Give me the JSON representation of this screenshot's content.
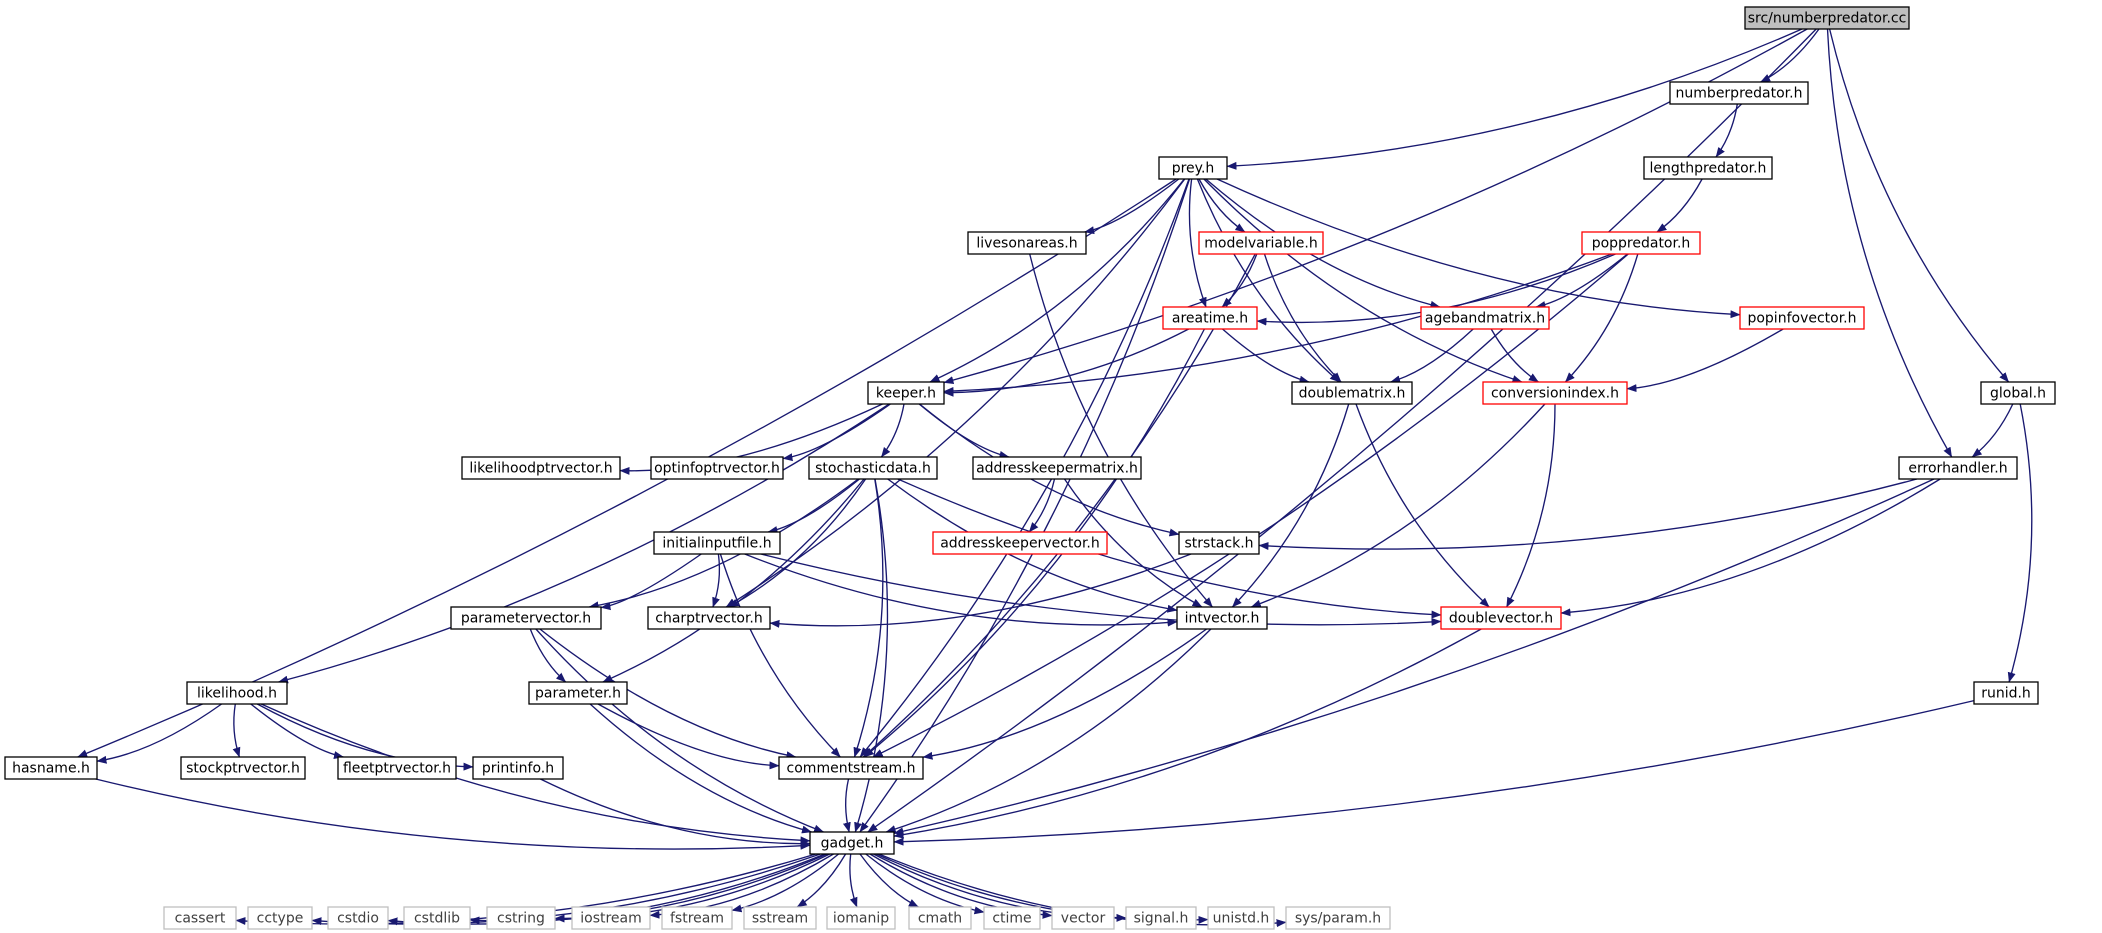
{
  "colors": {
    "edge": "#191970",
    "root_fill": "#bfbfbf",
    "normal_border": "#000000",
    "truncated_border": "#ff0000",
    "system_border": "#bfbfbf",
    "system_text": "#404040",
    "text": "#000000"
  },
  "nodes": [
    {
      "id": "numberpredator_cc",
      "label": "src/numberpredator.cc",
      "kind": "root"
    },
    {
      "id": "numberpredator_h",
      "label": "numberpredator.h",
      "kind": "normal"
    },
    {
      "id": "lengthpredator_h",
      "label": "lengthpredator.h",
      "kind": "normal"
    },
    {
      "id": "prey_h",
      "label": "prey.h",
      "kind": "normal"
    },
    {
      "id": "popredator_h",
      "label": "poppredator.h",
      "kind": "truncated"
    },
    {
      "id": "livesonareas_h",
      "label": "livesonareas.h",
      "kind": "normal"
    },
    {
      "id": "modelvariable_h",
      "label": "modelvariable.h",
      "kind": "truncated"
    },
    {
      "id": "areatime_h",
      "label": "areatime.h",
      "kind": "truncated"
    },
    {
      "id": "agebandmatrix_h",
      "label": "agebandmatrix.h",
      "kind": "truncated"
    },
    {
      "id": "popinfovector_h",
      "label": "popinfovector.h",
      "kind": "truncated"
    },
    {
      "id": "keeper_h",
      "label": "keeper.h",
      "kind": "normal"
    },
    {
      "id": "doublematrix_h",
      "label": "doublematrix.h",
      "kind": "normal"
    },
    {
      "id": "conversionindex_h",
      "label": "conversionindex.h",
      "kind": "truncated"
    },
    {
      "id": "global_h",
      "label": "global.h",
      "kind": "normal"
    },
    {
      "id": "likelihoodptrvector_h",
      "label": "likelihoodptrvector.h",
      "kind": "normal"
    },
    {
      "id": "optinfoptrvector_h",
      "label": "optinfoptrvector.h",
      "kind": "normal"
    },
    {
      "id": "stochasticdata_h",
      "label": "stochasticdata.h",
      "kind": "normal"
    },
    {
      "id": "addresskeepermatrix_h",
      "label": "addresskeepermatrix.h",
      "kind": "normal"
    },
    {
      "id": "errorhandler_h",
      "label": "errorhandler.h",
      "kind": "normal"
    },
    {
      "id": "initialinputfile_h",
      "label": "initialinputfile.h",
      "kind": "normal"
    },
    {
      "id": "addresskeepervector_h",
      "label": "addresskeepervector.h",
      "kind": "truncated"
    },
    {
      "id": "strstack_h",
      "label": "strstack.h",
      "kind": "normal"
    },
    {
      "id": "parametervector_h",
      "label": "parametervector.h",
      "kind": "normal"
    },
    {
      "id": "charptrvector_h",
      "label": "charptrvector.h",
      "kind": "normal"
    },
    {
      "id": "intvector_h",
      "label": "intvector.h",
      "kind": "normal"
    },
    {
      "id": "doublevector_h",
      "label": "doublevector.h",
      "kind": "truncated"
    },
    {
      "id": "likelihood_h",
      "label": "likelihood.h",
      "kind": "normal"
    },
    {
      "id": "parameter_h",
      "label": "parameter.h",
      "kind": "normal"
    },
    {
      "id": "runid_h",
      "label": "runid.h",
      "kind": "normal"
    },
    {
      "id": "hasname_h",
      "label": "hasname.h",
      "kind": "normal"
    },
    {
      "id": "stockptrvector_h",
      "label": "stockptrvector.h",
      "kind": "normal"
    },
    {
      "id": "fleetptrvector_h",
      "label": "fleetptrvector.h",
      "kind": "normal"
    },
    {
      "id": "printinfo_h",
      "label": "printinfo.h",
      "kind": "normal"
    },
    {
      "id": "commentstream_h",
      "label": "commentstream.h",
      "kind": "normal"
    },
    {
      "id": "gadget_h",
      "label": "gadget.h",
      "kind": "normal"
    },
    {
      "id": "cassert",
      "label": "cassert",
      "kind": "system"
    },
    {
      "id": "cctype",
      "label": "cctype",
      "kind": "system"
    },
    {
      "id": "cstdio",
      "label": "cstdio",
      "kind": "system"
    },
    {
      "id": "cstdlib",
      "label": "cstdlib",
      "kind": "system"
    },
    {
      "id": "cstring",
      "label": "cstring",
      "kind": "system"
    },
    {
      "id": "iostream",
      "label": "iostream",
      "kind": "system"
    },
    {
      "id": "fstream",
      "label": "fstream",
      "kind": "system"
    },
    {
      "id": "sstream",
      "label": "sstream",
      "kind": "system"
    },
    {
      "id": "iomanip",
      "label": "iomanip",
      "kind": "system"
    },
    {
      "id": "cmath",
      "label": "cmath",
      "kind": "system"
    },
    {
      "id": "ctime",
      "label": "ctime",
      "kind": "system"
    },
    {
      "id": "vector",
      "label": "vector",
      "kind": "system"
    },
    {
      "id": "signal_h",
      "label": "signal.h",
      "kind": "system"
    },
    {
      "id": "unistd_h",
      "label": "unistd.h",
      "kind": "system"
    },
    {
      "id": "sys_param_h",
      "label": "sys/param.h",
      "kind": "system"
    }
  ],
  "edges": [
    [
      "numberpredator_cc",
      "numberpredator_h"
    ],
    [
      "numberpredator_cc",
      "prey_h"
    ],
    [
      "numberpredator_cc",
      "keeper_h"
    ],
    [
      "numberpredator_cc",
      "errorhandler_h"
    ],
    [
      "numberpredator_cc",
      "global_h"
    ],
    [
      "numberpredator_cc",
      "gadget_h"
    ],
    [
      "numberpredator_h",
      "lengthpredator_h"
    ],
    [
      "lengthpredator_h",
      "popredator_h"
    ],
    [
      "prey_h",
      "livesonareas_h"
    ],
    [
      "prey_h",
      "modelvariable_h"
    ],
    [
      "prey_h",
      "areatime_h"
    ],
    [
      "prey_h",
      "agebandmatrix_h"
    ],
    [
      "prey_h",
      "popinfovector_h"
    ],
    [
      "prey_h",
      "keeper_h"
    ],
    [
      "prey_h",
      "doublematrix_h"
    ],
    [
      "prey_h",
      "conversionindex_h"
    ],
    [
      "prey_h",
      "hasname_h"
    ],
    [
      "prey_h",
      "charptrvector_h"
    ],
    [
      "prey_h",
      "commentstream_h"
    ],
    [
      "prey_h",
      "gadget_h"
    ],
    [
      "popredator_h",
      "areatime_h"
    ],
    [
      "popredator_h",
      "agebandmatrix_h"
    ],
    [
      "popredator_h",
      "keeper_h"
    ],
    [
      "popredator_h",
      "conversionindex_h"
    ],
    [
      "popredator_h",
      "commentstream_h"
    ],
    [
      "livesonareas_h",
      "intvector_h"
    ],
    [
      "modelvariable_h",
      "areatime_h"
    ],
    [
      "modelvariable_h",
      "doublematrix_h"
    ],
    [
      "modelvariable_h",
      "commentstream_h"
    ],
    [
      "areatime_h",
      "keeper_h"
    ],
    [
      "areatime_h",
      "doublematrix_h"
    ],
    [
      "areatime_h",
      "commentstream_h"
    ],
    [
      "agebandmatrix_h",
      "doublematrix_h"
    ],
    [
      "agebandmatrix_h",
      "conversionindex_h"
    ],
    [
      "popinfovector_h",
      "conversionindex_h"
    ],
    [
      "keeper_h",
      "likelihoodptrvector_h"
    ],
    [
      "keeper_h",
      "optinfoptrvector_h"
    ],
    [
      "keeper_h",
      "stochasticdata_h"
    ],
    [
      "keeper_h",
      "addresskeepermatrix_h"
    ],
    [
      "keeper_h",
      "strstack_h"
    ],
    [
      "keeper_h",
      "likelihood_h"
    ],
    [
      "doublematrix_h",
      "intvector_h"
    ],
    [
      "doublematrix_h",
      "doublevector_h"
    ],
    [
      "conversionindex_h",
      "intvector_h"
    ],
    [
      "conversionindex_h",
      "doublevector_h"
    ],
    [
      "global_h",
      "errorhandler_h"
    ],
    [
      "global_h",
      "runid_h"
    ],
    [
      "stochasticdata_h",
      "initialinputfile_h"
    ],
    [
      "stochasticdata_h",
      "parametervector_h"
    ],
    [
      "stochasticdata_h",
      "charptrvector_h"
    ],
    [
      "stochasticdata_h",
      "intvector_h"
    ],
    [
      "stochasticdata_h",
      "doublevector_h"
    ],
    [
      "stochasticdata_h",
      "parameter_h"
    ],
    [
      "stochasticdata_h",
      "commentstream_h"
    ],
    [
      "stochasticdata_h",
      "gadget_h"
    ],
    [
      "addresskeepermatrix_h",
      "addresskeepervector_h"
    ],
    [
      "addresskeepermatrix_h",
      "intvector_h"
    ],
    [
      "errorhandler_h",
      "strstack_h"
    ],
    [
      "errorhandler_h",
      "doublevector_h"
    ],
    [
      "errorhandler_h",
      "gadget_h"
    ],
    [
      "initialinputfile_h",
      "parametervector_h"
    ],
    [
      "initialinputfile_h",
      "charptrvector_h"
    ],
    [
      "initialinputfile_h",
      "intvector_h"
    ],
    [
      "initialinputfile_h",
      "doublevector_h"
    ],
    [
      "initialinputfile_h",
      "commentstream_h"
    ],
    [
      "strstack_h",
      "charptrvector_h"
    ],
    [
      "parametervector_h",
      "parameter_h"
    ],
    [
      "parametervector_h",
      "commentstream_h"
    ],
    [
      "parametervector_h",
      "gadget_h"
    ],
    [
      "intvector_h",
      "commentstream_h"
    ],
    [
      "intvector_h",
      "gadget_h"
    ],
    [
      "doublevector_h",
      "gadget_h"
    ],
    [
      "likelihood_h",
      "hasname_h"
    ],
    [
      "likelihood_h",
      "stockptrvector_h"
    ],
    [
      "likelihood_h",
      "fleetptrvector_h"
    ],
    [
      "likelihood_h",
      "printinfo_h"
    ],
    [
      "likelihood_h",
      "gadget_h"
    ],
    [
      "parameter_h",
      "commentstream_h"
    ],
    [
      "parameter_h",
      "gadget_h"
    ],
    [
      "runid_h",
      "gadget_h"
    ],
    [
      "hasname_h",
      "gadget_h"
    ],
    [
      "printinfo_h",
      "gadget_h"
    ],
    [
      "commentstream_h",
      "gadget_h"
    ],
    [
      "gadget_h",
      "cassert"
    ],
    [
      "gadget_h",
      "cctype"
    ],
    [
      "gadget_h",
      "cstdio"
    ],
    [
      "gadget_h",
      "cstdlib"
    ],
    [
      "gadget_h",
      "cstring"
    ],
    [
      "gadget_h",
      "iostream"
    ],
    [
      "gadget_h",
      "fstream"
    ],
    [
      "gadget_h",
      "sstream"
    ],
    [
      "gadget_h",
      "iomanip"
    ],
    [
      "gadget_h",
      "cmath"
    ],
    [
      "gadget_h",
      "ctime"
    ],
    [
      "gadget_h",
      "vector"
    ],
    [
      "gadget_h",
      "signal_h"
    ],
    [
      "gadget_h",
      "unistd_h"
    ],
    [
      "gadget_h",
      "sys_param_h"
    ]
  ]
}
